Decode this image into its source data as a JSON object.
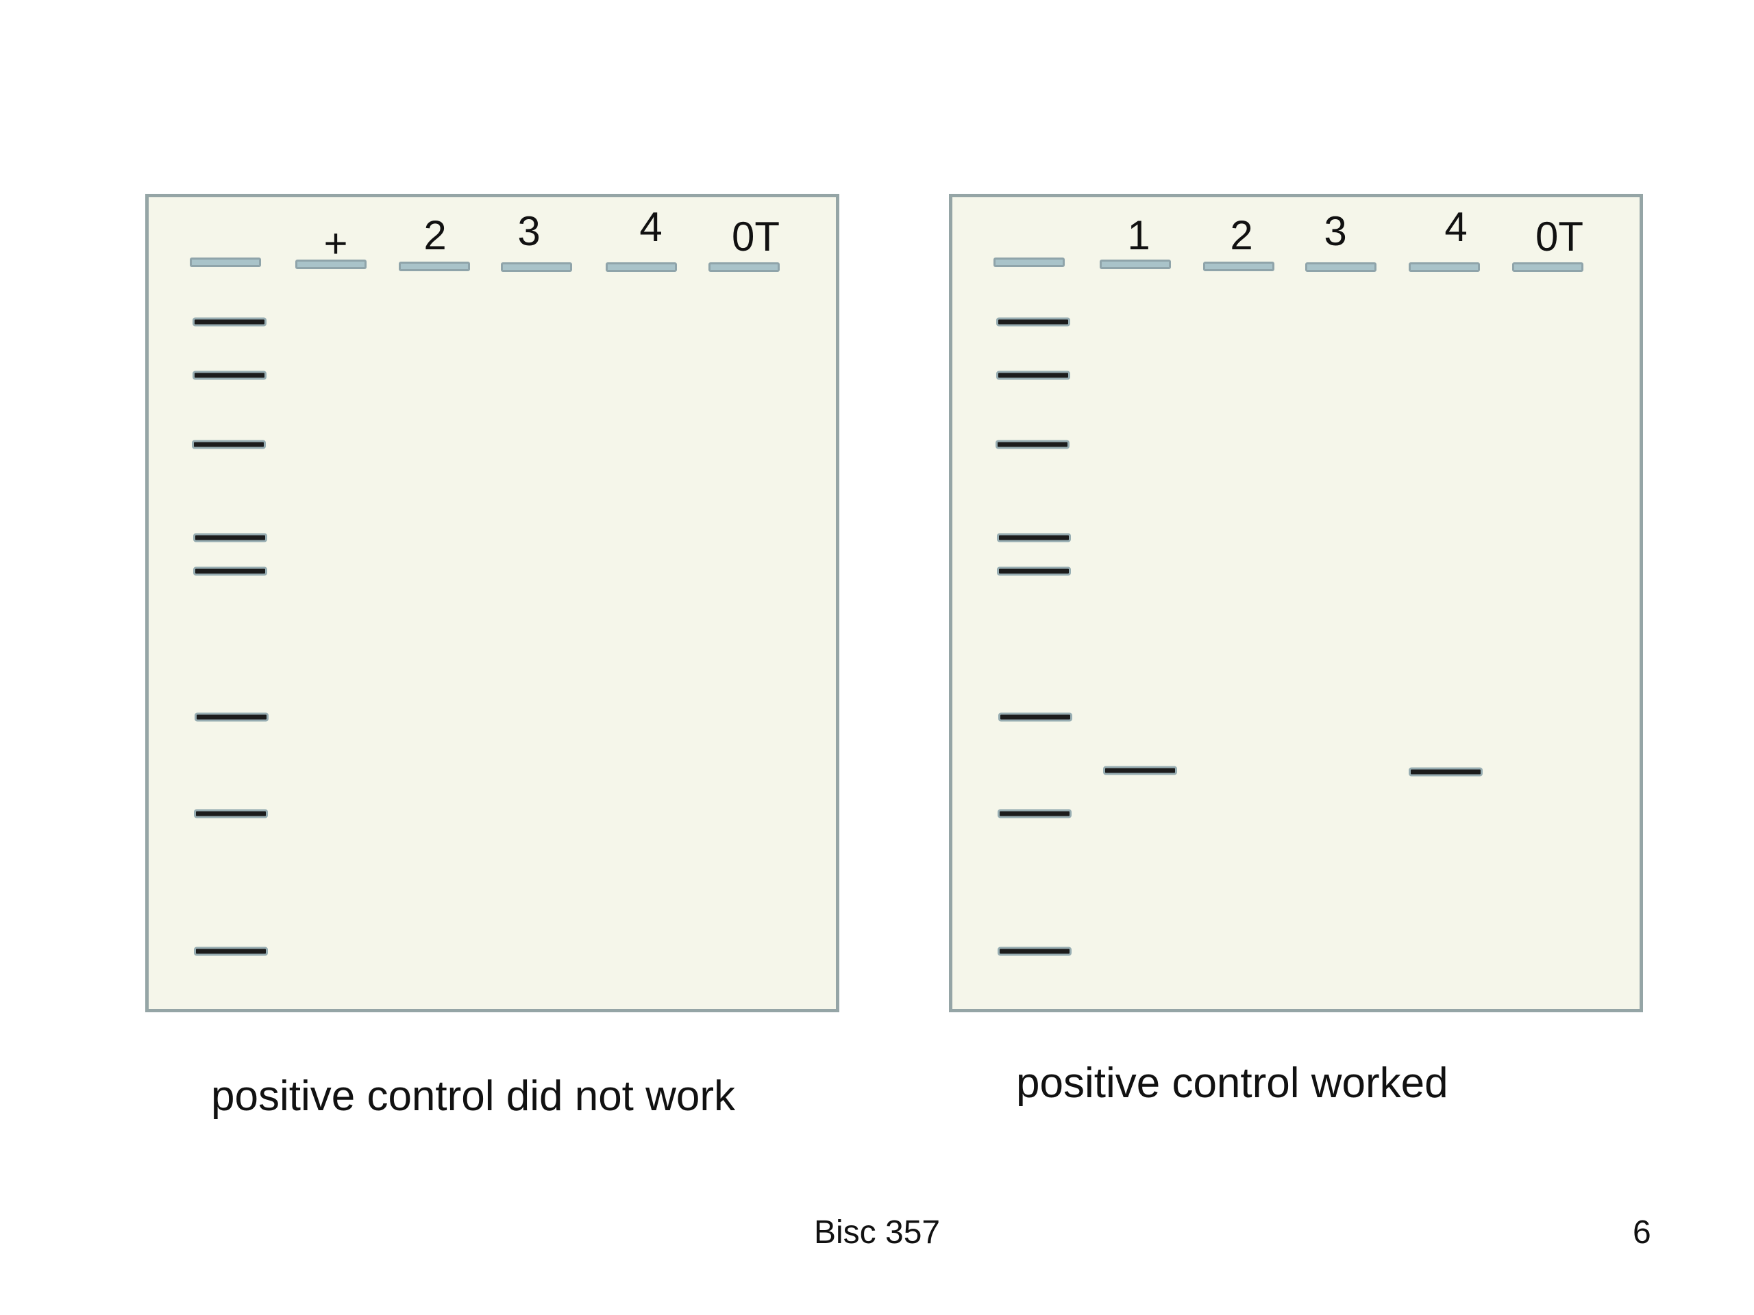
{
  "gels": [
    {
      "caption": "positive control did not work",
      "lanes": [
        {
          "label": "",
          "type": "ladder",
          "bands": []
        },
        {
          "label": "+",
          "type": "sample",
          "bands": []
        },
        {
          "label": "2",
          "type": "sample",
          "bands": []
        },
        {
          "label": "3",
          "type": "sample",
          "bands": []
        },
        {
          "label": "4",
          "type": "sample",
          "bands": []
        },
        {
          "label": "0T",
          "type": "sample",
          "bands": []
        }
      ]
    },
    {
      "caption": "positive control worked",
      "lanes": [
        {
          "label": "",
          "type": "ladder",
          "bands": []
        },
        {
          "label": "1",
          "type": "sample",
          "bands": [
            {
              "aligned_between_ladder": [
                5,
                6
              ]
            }
          ]
        },
        {
          "label": "2",
          "type": "sample",
          "bands": []
        },
        {
          "label": "3",
          "type": "sample",
          "bands": []
        },
        {
          "label": "4",
          "type": "sample",
          "bands": [
            {
              "aligned_between_ladder": [
                5,
                6
              ]
            }
          ]
        },
        {
          "label": "0T",
          "type": "sample",
          "bands": []
        }
      ]
    }
  ],
  "ladder_band_count": 8,
  "footer": {
    "text": "Bisc 357",
    "page": "6"
  },
  "colors": {
    "gel_background": "#f5f6ea",
    "gel_border": "#95a5a6",
    "band": "#1c1c1c",
    "well": "#a9c3c9"
  }
}
